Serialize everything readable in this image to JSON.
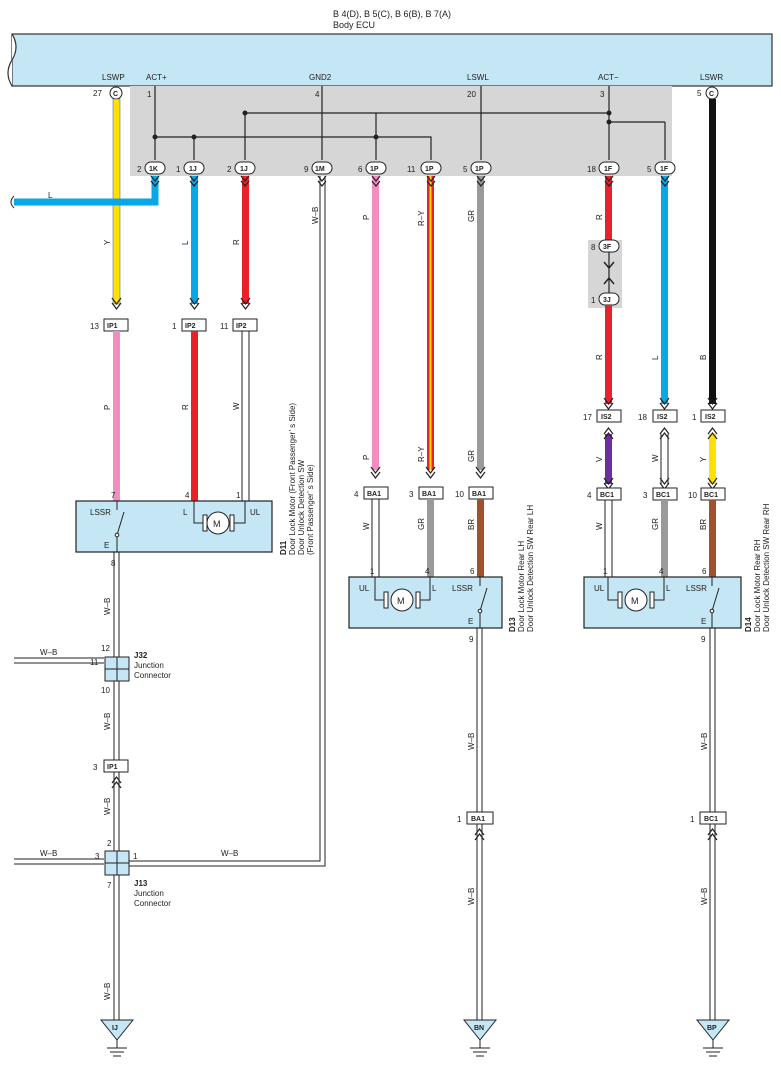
{
  "header": {
    "ecu_codes": "B 4(D), B 5(C), B 6(B), B 7(A)",
    "ecu_name": "Body ECU"
  },
  "ecu_pins": {
    "lswp": "LSWP",
    "actp": "ACT+",
    "gnd2": "GND2",
    "lswl": "LSWL",
    "actm": "ACT−",
    "lswr": "LSWR",
    "n27": "27",
    "n1": "1",
    "n4": "4",
    "n20": "20",
    "n3": "3",
    "n5": "5",
    "c": "C"
  },
  "jb_connectors": {
    "k": "1K",
    "j1": "1J",
    "j2": "1J",
    "m": "1M",
    "p1": "1P",
    "p2": "1P",
    "p3": "1P",
    "f1": "1F",
    "f2": "1F",
    "pk": "2",
    "pj1": "1",
    "pj2": "2",
    "pm": "9",
    "pp1": "6",
    "pp2": "11",
    "pp3": "5",
    "pf1": "18",
    "pf2": "5"
  },
  "relay_conn": {
    "top": "3F",
    "bot": "3J",
    "ptop": "8",
    "pbot": "1"
  },
  "wire_colors": {
    "L": "L",
    "Y": "Y",
    "R": "R",
    "WB": "W–B",
    "P": "P",
    "RY": "R–Y",
    "GR": "GR",
    "B": "B",
    "V": "V",
    "W": "W",
    "BR": "BR"
  },
  "connectors": {
    "ip1": "IP1",
    "ip2": "IP2",
    "is2": "IS2",
    "ba1": "BA1",
    "bc1": "BC1",
    "n13": "13",
    "n1": "1",
    "n11": "11",
    "n17": "17",
    "n18": "18",
    "n4": "4",
    "n3": "3",
    "n10": "10"
  },
  "components": {
    "d11": {
      "id": "D11",
      "line1": "Door Lock Motor (Front Passenger’ s Side)",
      "line2": "Door Unlock Detection SW",
      "line3": "(Front Passenger’ s Side)",
      "lssr": "LSSR",
      "l": "L",
      "ul": "UL",
      "e": "E",
      "m": "M",
      "p7": "7",
      "p4": "4",
      "p1": "1",
      "p8": "8"
    },
    "d13": {
      "id": "D13",
      "line1": "Door Lock Motor Rear LH",
      "line2": "Door Unlock Detection SW Rear LH",
      "ul": "UL",
      "l": "L",
      "lssr": "LSSR",
      "e": "E",
      "m": "M",
      "p1": "1",
      "p4": "4",
      "p6": "6",
      "p9": "9"
    },
    "d14": {
      "id": "D14",
      "line1": "Door Lock Motor Rear RH",
      "line2": "Door Unlock Detection SW Rear RH",
      "ul": "UL",
      "l": "L",
      "lssr": "LSSR",
      "e": "E",
      "m": "M",
      "p1": "1",
      "p4": "4",
      "p6": "6",
      "p9": "9"
    }
  },
  "junctions": {
    "j32": {
      "id": "J32",
      "label1": "Junction",
      "label2": "Connector",
      "p12": "12",
      "p11": "11",
      "p10": "10"
    },
    "j13": {
      "id": "J13",
      "label1": "Junction",
      "label2": "Connector",
      "p2": "2",
      "p3": "3",
      "p1": "1",
      "p7": "7"
    }
  },
  "grounds": {
    "ij": "IJ",
    "bn": "BN",
    "bp": "BP"
  },
  "colors": {
    "ecu_fill": "#c5e6f5",
    "jb_fill": "#d6d6d6",
    "yellow": "#ffe000",
    "blue": "#0aa7e6",
    "red": "#e8212a",
    "pink": "#f38cbf",
    "gray": "#9a9a9a",
    "black": "#111111",
    "brown": "#a0522d",
    "violet": "#6b2fa0"
  }
}
